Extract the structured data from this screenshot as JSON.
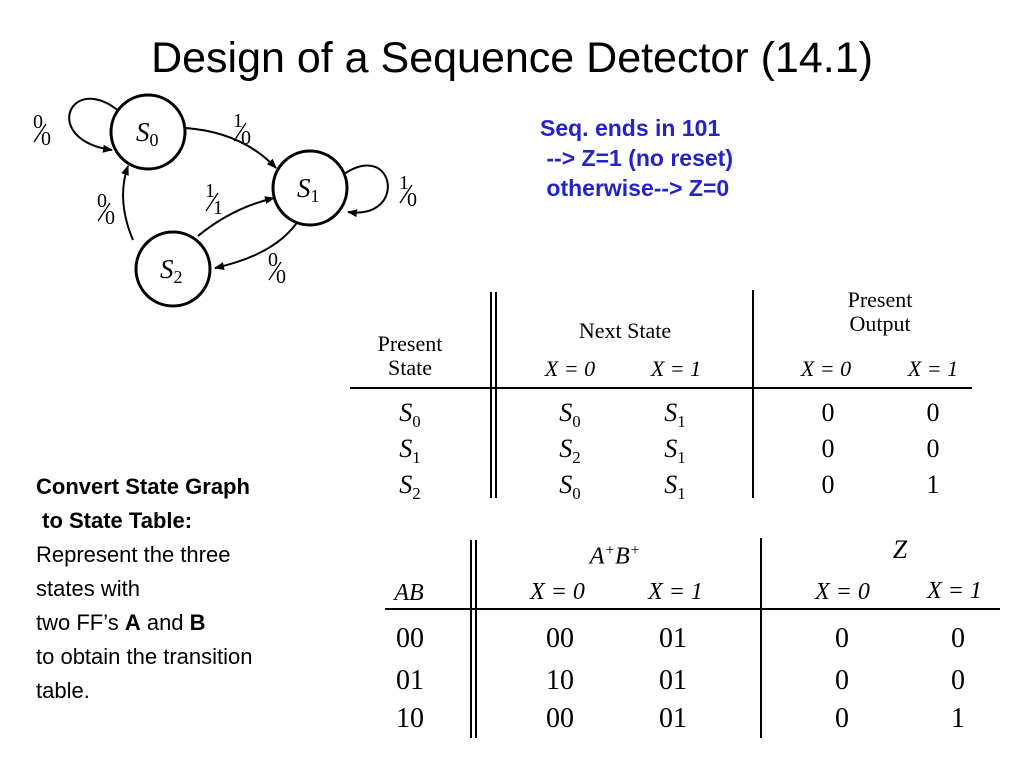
{
  "title": "Design of a Sequence Detector (14.1)",
  "note_lines": [
    "Seq. ends in 101",
    " --> Z=1 (no reset)",
    " otherwise--> Z=0"
  ],
  "colors": {
    "note": "#2323c8"
  },
  "graph": {
    "states": [
      {
        "letter": "S",
        "sub": "0"
      },
      {
        "letter": "S",
        "sub": "1"
      },
      {
        "letter": "S",
        "sub": "2"
      }
    ],
    "edges": [
      {
        "from": "S0",
        "to": "S0",
        "num": "0",
        "den": "0"
      },
      {
        "from": "S0",
        "to": "S1",
        "num": "1",
        "den": "0"
      },
      {
        "from": "S1",
        "to": "S1",
        "num": "1",
        "den": "0"
      },
      {
        "from": "S1",
        "to": "S2",
        "num": "0",
        "den": "0"
      },
      {
        "from": "S2",
        "to": "S1",
        "num": "1",
        "den": "1"
      },
      {
        "from": "S2",
        "to": "S0",
        "num": "0",
        "den": "0"
      }
    ]
  },
  "state_table": {
    "present_state_l1": "Present",
    "present_state_l2": "State",
    "next_state": "Next State",
    "present_output_l1": "Present",
    "present_output_l2": "Output",
    "x0": "X = 0",
    "x1": "X = 1",
    "rows": [
      {
        "ps": "0",
        "n0": "0",
        "n1": "1",
        "z0": "0",
        "z1": "0"
      },
      {
        "ps": "1",
        "n0": "2",
        "n1": "1",
        "z0": "0",
        "z1": "0"
      },
      {
        "ps": "2",
        "n0": "0",
        "n1": "1",
        "z0": "0",
        "z1": "1"
      }
    ]
  },
  "transition_table": {
    "ab": "AB",
    "next_a": "A",
    "next_b": "B",
    "plus": "+",
    "z": "Z",
    "x0": "X = 0",
    "x1": "X = 1",
    "rows": [
      {
        "ab": "00",
        "n0": "00",
        "n1": "01",
        "z0": "0",
        "z1": "0"
      },
      {
        "ab": "01",
        "n0": "10",
        "n1": "01",
        "z0": "0",
        "z1": "0"
      },
      {
        "ab": "10",
        "n0": "00",
        "n1": "01",
        "z0": "0",
        "z1": "1"
      }
    ]
  },
  "left_note": {
    "heading_l1": "Convert State Graph",
    "heading_l2": " to State Table:",
    "line1": "Represent the three",
    "line2": "states with",
    "line3_prefix": "two FF’s ",
    "ff_a": "A",
    "line3_mid": " and ",
    "ff_b": "B",
    "line4": "to obtain the transition",
    "line5": "table."
  }
}
